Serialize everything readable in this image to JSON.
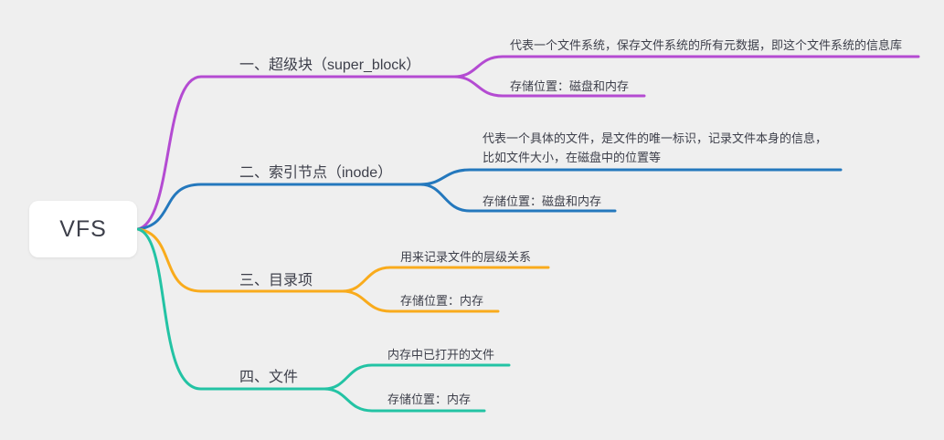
{
  "root": {
    "label": "VFS"
  },
  "colors": {
    "background": "#efefef",
    "text": "#3d3f4a",
    "node_bg": "#ffffff",
    "branch1": "#b44bd2",
    "branch2": "#2478bd",
    "branch3": "#f9ab1c",
    "branch4": "#23c3a4"
  },
  "branches": [
    {
      "label": "一、超级块（super_block）",
      "color": "#b44bd2",
      "children": [
        {
          "lines": [
            "代表一个文件系统，保存文件系统的所有元数据，即这个文件系统的信息库"
          ]
        },
        {
          "lines": [
            "存储位置：磁盘和内存"
          ]
        }
      ]
    },
    {
      "label": "二、索引节点（inode）",
      "color": "#2478bd",
      "children": [
        {
          "lines": [
            "代表一个具体的文件，是文件的唯一标识，记录文件本身的信息，",
            "比如文件大小，在磁盘中的位置等"
          ]
        },
        {
          "lines": [
            "存储位置：磁盘和内存"
          ]
        }
      ]
    },
    {
      "label": "三、目录项",
      "color": "#f9ab1c",
      "children": [
        {
          "lines": [
            "用来记录文件的层级关系"
          ]
        },
        {
          "lines": [
            "存储位置：内存"
          ]
        }
      ]
    },
    {
      "label": "四、文件",
      "color": "#23c3a4",
      "children": [
        {
          "lines": [
            "内存中已打开的文件"
          ]
        },
        {
          "lines": [
            "存储位置：内存"
          ]
        }
      ]
    }
  ]
}
